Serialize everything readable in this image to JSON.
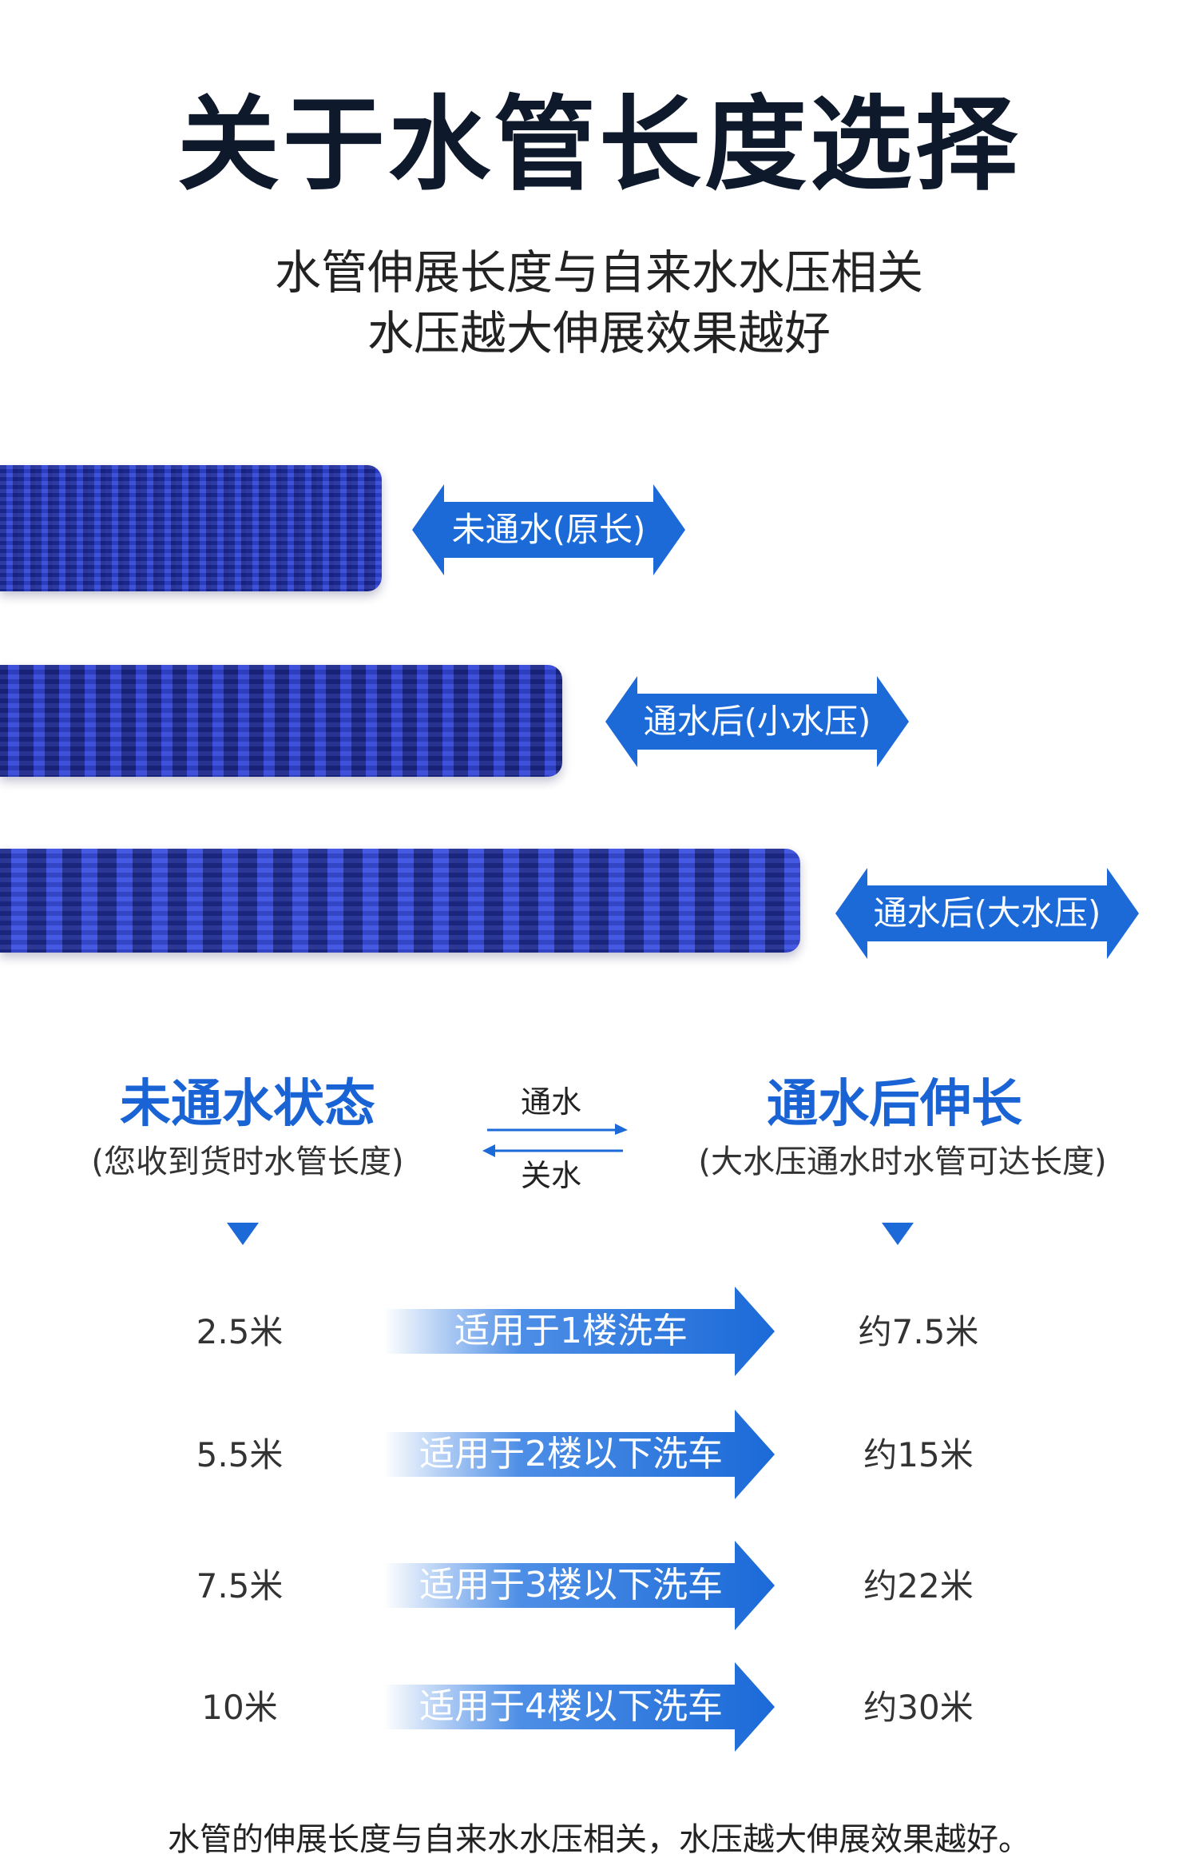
{
  "header": {
    "title": "关于水管长度选择",
    "subtitle_line1": "水管伸展长度与自来水水压相关",
    "subtitle_line2": "水压越大伸展效果越好"
  },
  "hoses": [
    {
      "label": "未通水(原长)"
    },
    {
      "label": "通水后(小水压)"
    },
    {
      "label": "通水后(大水压)"
    }
  ],
  "states": {
    "left_title": "未通水状态",
    "left_sub": "(您收到货时水管长度)",
    "flow_on": "通水",
    "flow_off": "关水",
    "right_title": "通水后伸长",
    "right_sub": "(大水压通水时水管可达长度)"
  },
  "rows": [
    {
      "original": "2.5米",
      "usage": "适用于1楼洗车",
      "extended": "约7.5米"
    },
    {
      "original": "5.5米",
      "usage": "适用于2楼以下洗车",
      "extended": "约15米"
    },
    {
      "original": "7.5米",
      "usage": "适用于3楼以下洗车",
      "extended": "约22米"
    },
    {
      "original": "10米",
      "usage": "适用于4楼以下洗车",
      "extended": "约30米"
    }
  ],
  "footer": "水管的伸展长度与自来水水压相关，水压越大伸展效果越好。",
  "colors": {
    "accent": "#1b6ad8",
    "title": "#0e1a2c",
    "hose": "#2a3cc8"
  }
}
